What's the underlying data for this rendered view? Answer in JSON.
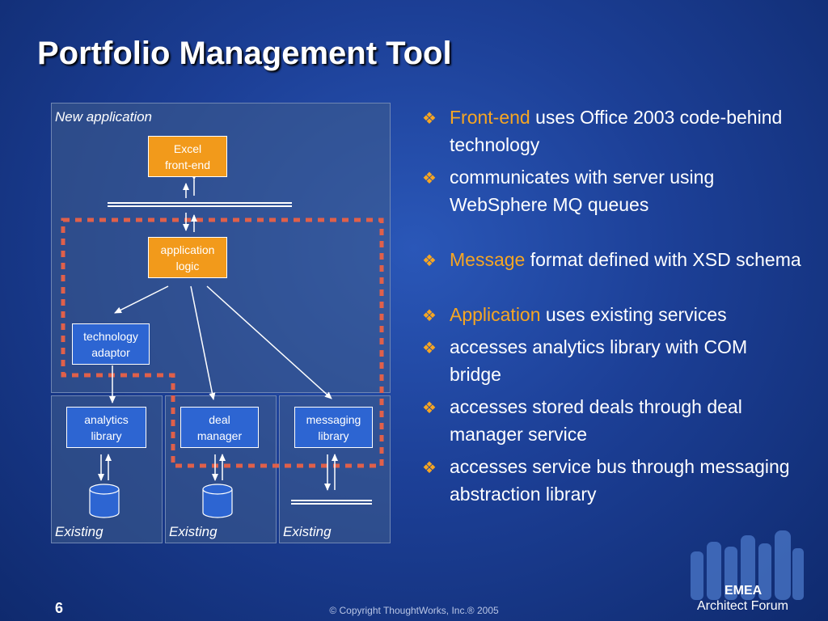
{
  "slide": {
    "title": "Portfolio Management Tool",
    "page_number": "6",
    "copyright": "© Copyright ThoughtWorks, Inc.®  2005"
  },
  "diagram": {
    "new_panel_label": "New application",
    "existing_label": "Existing",
    "excel": "Excel\nfront-end",
    "app_logic": "application\nlogic",
    "tech_adaptor": "technology\nadaptor",
    "analytics": "analytics\nlibrary",
    "deal_manager": "deal\nmanager",
    "messaging": "messaging\nlibrary",
    "colors": {
      "orange": "#f29a1b",
      "blue": "#2d65d2",
      "dash": "#e0604a"
    }
  },
  "bullets": [
    {
      "highlight": "Front-end",
      "text": " uses Office 2003 code-behind technology"
    },
    {
      "highlight": "",
      "text": "communicates with server using WebSphere MQ queues"
    },
    {
      "highlight": "Message",
      "text": " format defined with XSD schema"
    },
    {
      "highlight": "Application",
      "text": " uses existing services"
    },
    {
      "highlight": "",
      "text": "accesses analytics library with COM bridge"
    },
    {
      "highlight": "",
      "text": "accesses stored deals through deal manager service"
    },
    {
      "highlight": "",
      "text": "accesses service bus through messaging abstraction library"
    }
  ],
  "logo": {
    "line1": "EMEA",
    "line2": "Architect Forum"
  }
}
